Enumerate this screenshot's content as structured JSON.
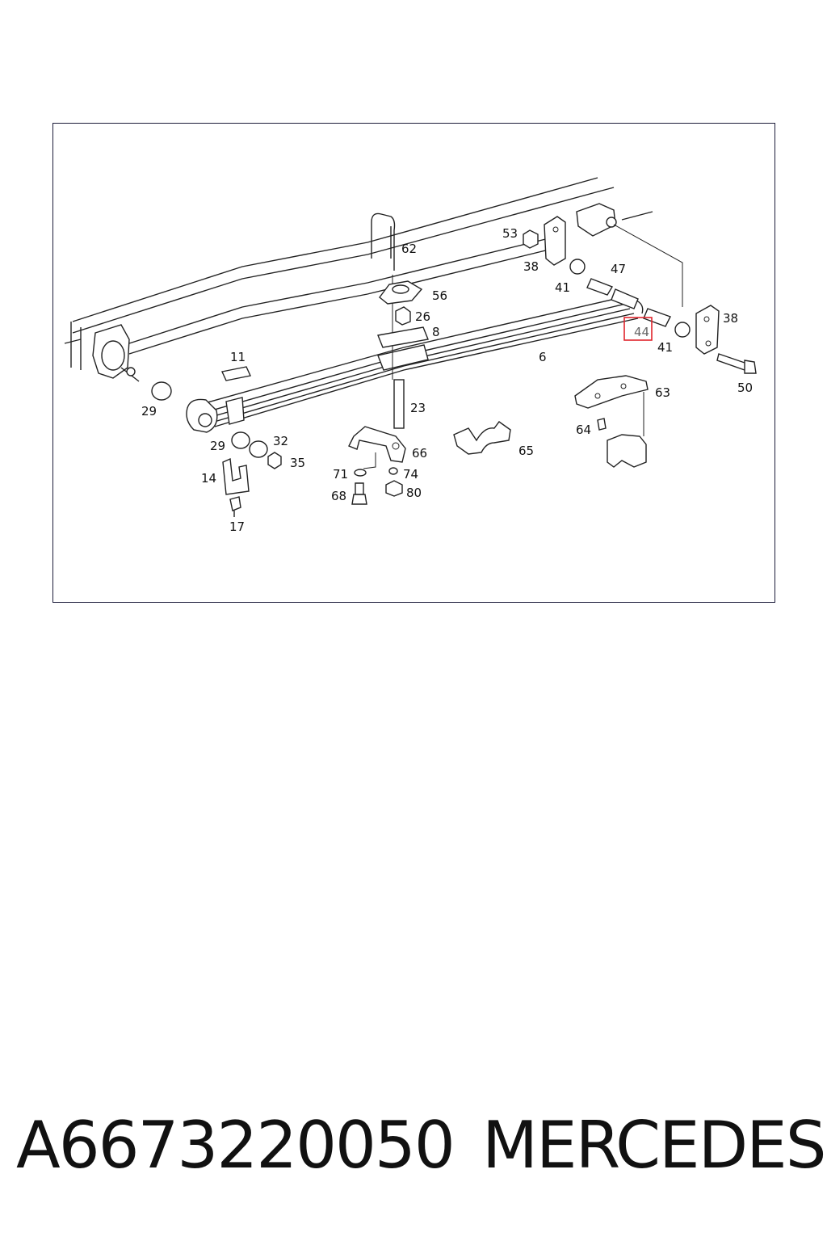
{
  "diagram": {
    "callouts": {
      "c62": "62",
      "c53": "53",
      "c38a": "38",
      "c47": "47",
      "c41a": "41",
      "c56": "56",
      "c26": "26",
      "c8": "8",
      "c38b": "38",
      "c44": "44",
      "c41b": "41",
      "c11": "11",
      "c6": "6",
      "c50": "50",
      "c29a": "29",
      "c23": "23",
      "c63": "63",
      "c29b": "29",
      "c32": "32",
      "c35": "35",
      "c64": "64",
      "c66": "66",
      "c65": "65",
      "c14": "14",
      "c71": "71",
      "c74": "74",
      "c68": "68",
      "c80": "80",
      "c17": "17"
    },
    "highlight_color": "#e0242c"
  },
  "caption": {
    "part_number": "A6673220050",
    "brand": "MERCEDES"
  }
}
